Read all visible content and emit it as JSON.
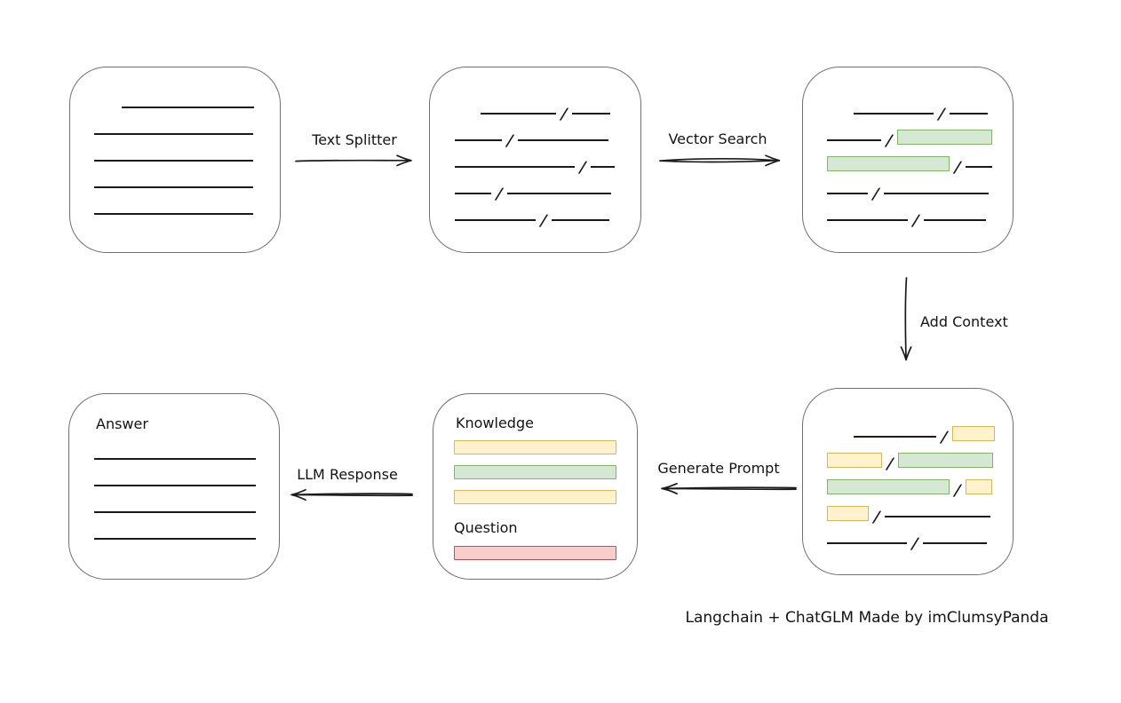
{
  "caption": "Langchain + ChatGLM Made by imClumsyPanda",
  "colors": {
    "green_fill": "#d5e8d4",
    "green_border": "#82b366",
    "yellow_fill": "#fff2cc",
    "yellow_border": "#d6b656",
    "red_fill": "#f8cecc",
    "red_border": "#b85450",
    "box_border": "#707070",
    "line": "#1a1a1a"
  },
  "arrows": {
    "text_splitter": {
      "label": "Text Splitter",
      "direction": "right"
    },
    "vector_search": {
      "label": "Vector Search",
      "direction": "right"
    },
    "add_context": {
      "label": "Add Context",
      "direction": "down"
    },
    "generate_prompt": {
      "label": "Generate Prompt",
      "direction": "left"
    },
    "llm_response": {
      "label": "LLM Response",
      "direction": "left"
    }
  },
  "boxes": {
    "document": {
      "rows": [
        {
          "indent": 31,
          "segs": [
            {
              "t": "line",
              "w": 149
            }
          ]
        },
        {
          "segs": [
            {
              "t": "line",
              "w": 179
            }
          ]
        },
        {
          "segs": [
            {
              "t": "line",
              "w": 179
            }
          ]
        },
        {
          "segs": [
            {
              "t": "line",
              "w": 179
            }
          ]
        },
        {
          "segs": [
            {
              "t": "line",
              "w": 179
            }
          ]
        }
      ]
    },
    "chunks": {
      "rows": [
        {
          "indent": 29,
          "segs": [
            {
              "t": "line",
              "w": 85
            },
            {
              "t": "line",
              "w": 43
            }
          ]
        },
        {
          "segs": [
            {
              "t": "line",
              "w": 53
            },
            {
              "t": "line",
              "w": 102
            }
          ]
        },
        {
          "segs": [
            {
              "t": "line",
              "w": 135
            },
            {
              "t": "line",
              "w": 27
            }
          ]
        },
        {
          "segs": [
            {
              "t": "line",
              "w": 41
            },
            {
              "t": "line",
              "w": 117
            }
          ]
        },
        {
          "segs": [
            {
              "t": "line",
              "w": 91
            },
            {
              "t": "line",
              "w": 65
            }
          ]
        }
      ]
    },
    "search": {
      "rows": [
        {
          "indent": 30,
          "segs": [
            {
              "t": "line",
              "w": 90
            },
            {
              "t": "line",
              "w": 43
            }
          ]
        },
        {
          "segs": [
            {
              "t": "line",
              "w": 61
            },
            {
              "t": "green",
              "w": 107
            }
          ]
        },
        {
          "segs": [
            {
              "t": "green",
              "w": 138
            },
            {
              "t": "line",
              "w": 30
            }
          ]
        },
        {
          "segs": [
            {
              "t": "line",
              "w": 46
            },
            {
              "t": "line",
              "w": 118
            }
          ]
        },
        {
          "segs": [
            {
              "t": "line",
              "w": 91
            },
            {
              "t": "line",
              "w": 70
            }
          ]
        }
      ]
    },
    "context": {
      "rows": [
        {
          "indent": 30,
          "segs": [
            {
              "t": "line",
              "w": 93
            },
            {
              "t": "yellow",
              "w": 48
            }
          ]
        },
        {
          "segs": [
            {
              "t": "yellow",
              "w": 62
            },
            {
              "t": "green",
              "w": 107
            }
          ]
        },
        {
          "segs": [
            {
              "t": "green",
              "w": 138
            },
            {
              "t": "yellow",
              "w": 30
            }
          ]
        },
        {
          "segs": [
            {
              "t": "yellow",
              "w": 47
            },
            {
              "t": "line",
              "w": 119
            }
          ]
        },
        {
          "segs": [
            {
              "t": "line",
              "w": 90
            },
            {
              "t": "line",
              "w": 72
            }
          ]
        }
      ]
    },
    "prompt": {
      "knowledge_label": "Knowledge",
      "question_label": "Question",
      "knowledge_bars": [
        "yellow",
        "green",
        "yellow"
      ],
      "question_bars": [
        "red"
      ]
    },
    "answer": {
      "label": "Answer",
      "rows": [
        {
          "segs": [
            {
              "t": "line",
              "w": 182
            }
          ]
        },
        {
          "segs": [
            {
              "t": "line",
              "w": 182
            }
          ]
        },
        {
          "segs": [
            {
              "t": "line",
              "w": 182
            }
          ]
        },
        {
          "segs": [
            {
              "t": "line",
              "w": 182
            }
          ]
        }
      ]
    }
  }
}
